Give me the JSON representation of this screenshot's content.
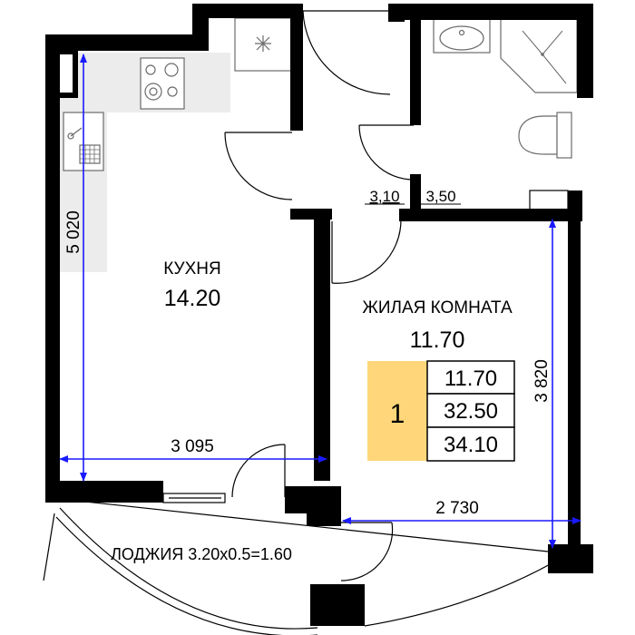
{
  "rooms": {
    "kitchen": {
      "name": "КУХНЯ",
      "area": "14.20"
    },
    "living": {
      "name": "ЖИЛАЯ КОМНАТА",
      "area": "11.70"
    },
    "loggia": {
      "label": "ЛОДЖИЯ 3.20х0.5=1.60"
    }
  },
  "small_areas": {
    "left": "3,10",
    "right": "3,50"
  },
  "dimensions": {
    "kitchen_height": "5 020",
    "kitchen_width": "3 095",
    "living_width": "2 730",
    "living_height": "3 820"
  },
  "summary": {
    "rooms_count": "1",
    "values": [
      "11.70",
      "32.50",
      "34.10"
    ]
  },
  "colors": {
    "accent_yellow": "#FFD77A",
    "dimension_blue": "#1A1AFF",
    "wall": "#000000"
  }
}
